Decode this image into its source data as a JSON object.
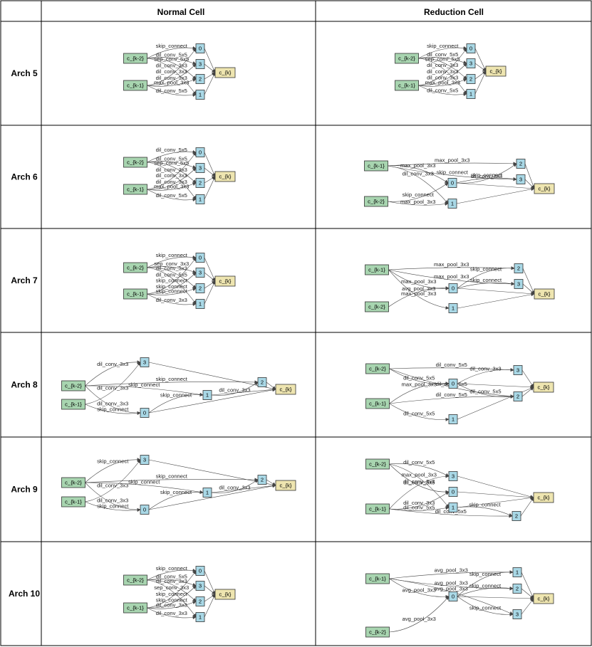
{
  "headers": {
    "normal": "Normal Cell",
    "reduction": "Reduction Cell"
  },
  "architectures": [
    {
      "name": "Arch 5",
      "normal": {
        "edges": [
          [
            "c_{k-2}",
            "0",
            "skip_connect"
          ],
          [
            "c_{k-1}",
            "0",
            "dil_conv_3x3"
          ],
          [
            "c_{k-2}",
            "3",
            "dil_conv_5x5"
          ],
          [
            "c_{k-1}",
            "3",
            "dil_conv_3x3"
          ],
          [
            "c_{k-2}",
            "2",
            "sep_conv_5x5"
          ],
          [
            "c_{k-1}",
            "2",
            "max_pool_3x3"
          ],
          [
            "c_{k-2}",
            "1",
            "dil_conv_3x3"
          ],
          [
            "c_{k-1}",
            "1",
            "dil_conv_5x5"
          ]
        ]
      },
      "reduction": {
        "edges": [
          [
            "c_{k-2}",
            "0",
            "skip_connect"
          ],
          [
            "c_{k-1}",
            "0",
            "dil_conv_3x3"
          ],
          [
            "c_{k-2}",
            "3",
            "dil_conv_5x5"
          ],
          [
            "c_{k-1}",
            "3",
            "dil_conv_3x3"
          ],
          [
            "c_{k-2}",
            "2",
            "sep_conv_5x5"
          ],
          [
            "c_{k-1}",
            "2",
            "max_pool_3x3"
          ],
          [
            "c_{k-2}",
            "1",
            "dil_conv_3x3"
          ],
          [
            "c_{k-1}",
            "1",
            "dil_conv_5x5"
          ]
        ]
      }
    },
    {
      "name": "Arch 6",
      "normal": {
        "edges": [
          [
            "c_{k-2}",
            "0",
            "dil_conv_5x5"
          ],
          [
            "c_{k-1}",
            "0",
            "dil_conv_3x3"
          ],
          [
            "c_{k-2}",
            "3",
            "dil_conv_5x5"
          ],
          [
            "c_{k-1}",
            "3",
            "dil_conv_3x3"
          ],
          [
            "c_{k-2}",
            "2",
            "sep_conv_5x5"
          ],
          [
            "c_{k-1}",
            "2",
            "max_pool_3x3"
          ],
          [
            "c_{k-2}",
            "1",
            "dil_conv_3x3"
          ],
          [
            "c_{k-1}",
            "1",
            "dil_conv_5x5"
          ]
        ]
      },
      "reduction": {
        "edges": [
          [
            "c_{k-1}",
            "2",
            "max_pool_3x3"
          ],
          [
            "c_{k-1}",
            "3",
            "skip_connect"
          ],
          [
            "c_{k-1}",
            "0",
            "max_pool_3x3"
          ],
          [
            "0",
            "2",
            "dil_conv_3x3"
          ],
          [
            "0",
            "3",
            "skip_connect"
          ],
          [
            "c_{k-2}",
            "0",
            "skip_connect"
          ],
          [
            "c_{k-1}",
            "1",
            "dil_conv_3x3"
          ],
          [
            "c_{k-2}",
            "1",
            "max_pool_3x3"
          ]
        ]
      }
    },
    {
      "name": "Arch 7",
      "normal": {
        "edges": [
          [
            "c_{k-2}",
            "0",
            "skip_connect"
          ],
          [
            "c_{k-1}",
            "0",
            "skip_connect"
          ],
          [
            "c_{k-2}",
            "3",
            "sep_conv_3x3"
          ],
          [
            "c_{k-1}",
            "3",
            "skip_connect"
          ],
          [
            "c_{k-2}",
            "2",
            "dil_conv_3x3"
          ],
          [
            "c_{k-1}",
            "2",
            "skip_connect"
          ],
          [
            "c_{k-2}",
            "1",
            "dil_conv_5x5"
          ],
          [
            "c_{k-1}",
            "1",
            "dil_conv_3x3"
          ]
        ]
      },
      "reduction": {
        "edges": [
          [
            "c_{k-1}",
            "2",
            "max_pool_3x3"
          ],
          [
            "c_{k-1}",
            "3",
            "max_pool_3x3"
          ],
          [
            "0",
            "2",
            "skip_connect"
          ],
          [
            "c_{k-1}",
            "0",
            "max_pool_3x3"
          ],
          [
            "0",
            "3",
            "skip_connect"
          ],
          [
            "c_{k-1}",
            "1",
            "max_pool_3x3"
          ],
          [
            "c_{k-2}",
            "0",
            "avg_pool_3x3"
          ]
        ]
      }
    },
    {
      "name": "Arch 8",
      "normal": {
        "edges": [
          [
            "c_{k-2}",
            "3",
            "dil_conv_3x3"
          ],
          [
            "c_{k-1}",
            "3",
            "dil_conv_3x3"
          ],
          [
            "c_{k-2}",
            "2",
            "skip_connect"
          ],
          [
            "1",
            "2",
            "dil_conv_3x3"
          ],
          [
            "c_{k-2}",
            "1",
            "skip_connect"
          ],
          [
            "c_{k-1}",
            "0",
            "skip_connect"
          ],
          [
            "0",
            "1",
            "skip_connect"
          ],
          [
            "c_{k-2}",
            "0",
            "dil_conv_3x3"
          ]
        ]
      },
      "reduction": {
        "edges": [
          [
            "c_{k-2}",
            "3",
            "dil_conv_5x5"
          ],
          [
            "c_{k-2}",
            "0",
            "dil_conv_5x5"
          ],
          [
            "0",
            "3",
            "dil_conv_3x3"
          ],
          [
            "c_{k-2}",
            "2",
            "dil_conv_5x5"
          ],
          [
            "c_{k-1}",
            "0",
            "max_pool_3x3"
          ],
          [
            "0",
            "2",
            "dil_conv_5x5"
          ],
          [
            "c_{k-1}",
            "2",
            "dil_conv_5x5"
          ],
          [
            "c_{k-1}",
            "1",
            "dil_conv_5x5"
          ]
        ]
      }
    },
    {
      "name": "Arch 9",
      "normal": {
        "edges": [
          [
            "c_{k-2}",
            "3",
            "skip_connect"
          ],
          [
            "c_{k-1}",
            "3",
            "dil_conv_3x3"
          ],
          [
            "c_{k-2}",
            "2",
            "skip_connect"
          ],
          [
            "1",
            "2",
            "dil_conv_3x3"
          ],
          [
            "c_{k-2}",
            "1",
            "skip_connect"
          ],
          [
            "c_{k-1}",
            "0",
            "skip_connect"
          ],
          [
            "0",
            "1",
            "skip_connect"
          ],
          [
            "c_{k-2}",
            "0",
            "dil_conv_3x3"
          ]
        ]
      },
      "reduction": {
        "edges": [
          [
            "c_{k-2}",
            "3",
            "dil_conv_5x5"
          ],
          [
            "c_{k-2}",
            "0",
            "dil_conv_5x5"
          ],
          [
            "c_{k-1}",
            "3",
            "dil_conv_3x3"
          ],
          [
            "c_{k-1}",
            "0",
            "dil_conv_3x3"
          ],
          [
            "c_{k-2}",
            "1",
            "max_pool_3x3"
          ],
          [
            "c_{k-1}",
            "1",
            "dil_conv_5x5"
          ],
          [
            "1",
            "2",
            "skip_connect"
          ],
          [
            "c_{k-1}",
            "2",
            "dil_conv_5x5"
          ]
        ]
      }
    },
    {
      "name": "Arch 10",
      "normal": {
        "edges": [
          [
            "c_{k-2}",
            "0",
            "skip_connect"
          ],
          [
            "c_{k-1}",
            "0",
            "skip_connect"
          ],
          [
            "c_{k-2}",
            "3",
            "dil_conv_5x5"
          ],
          [
            "c_{k-1}",
            "3",
            "skip_connect"
          ],
          [
            "c_{k-2}",
            "2",
            "dil_conv_3x3"
          ],
          [
            "c_{k-1}",
            "2",
            "dil_conv_3x3"
          ],
          [
            "c_{k-2}",
            "1",
            "sep_conv_3x3"
          ],
          [
            "c_{k-1}",
            "1",
            "dil_conv_3x3"
          ]
        ]
      },
      "reduction": {
        "edges": [
          [
            "c_{k-1}",
            "1",
            "avg_pool_3x3"
          ],
          [
            "c_{k-1}",
            "2",
            "avg_pool_3x3"
          ],
          [
            "0",
            "1",
            "skip_connect"
          ],
          [
            "c_{k-1}",
            "0",
            "avg_pool_3x3"
          ],
          [
            "0",
            "2",
            "skip_connect"
          ],
          [
            "c_{k-2}",
            "0",
            "avg_pool_3x3"
          ],
          [
            "c_{k-1}",
            "3",
            "avg_pool_3x3"
          ],
          [
            "0",
            "3",
            "skip_connect"
          ]
        ]
      }
    }
  ],
  "output_node": "c_{k}",
  "colors": {
    "input_node": "#a8d5b0",
    "intermediate_node": "#a9d8e6",
    "output_node": "#eee5b0",
    "edge": "#444444"
  }
}
